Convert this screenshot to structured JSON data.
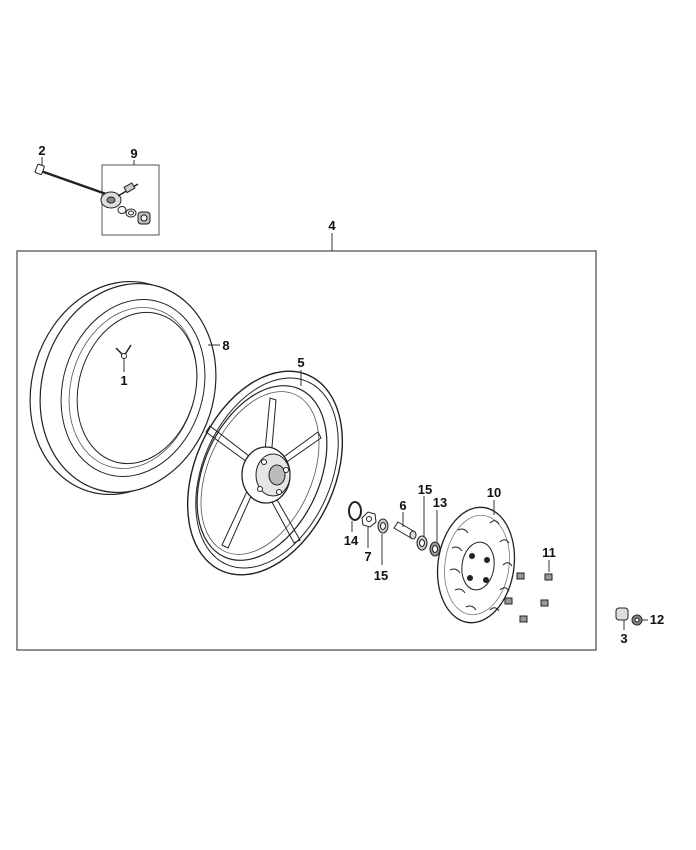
{
  "callouts": {
    "c1": "1",
    "c2": "2",
    "c3": "3",
    "c4": "4",
    "c5": "5",
    "c6": "6",
    "c7": "7",
    "c8": "8",
    "c9": "9",
    "c10": "10",
    "c11": "11",
    "c12": "12",
    "c13": "13",
    "c14": "14",
    "c15a": "15",
    "c15b": "15"
  },
  "colors": {
    "line": "#222222",
    "frame": "#555555",
    "background": "#ffffff"
  }
}
